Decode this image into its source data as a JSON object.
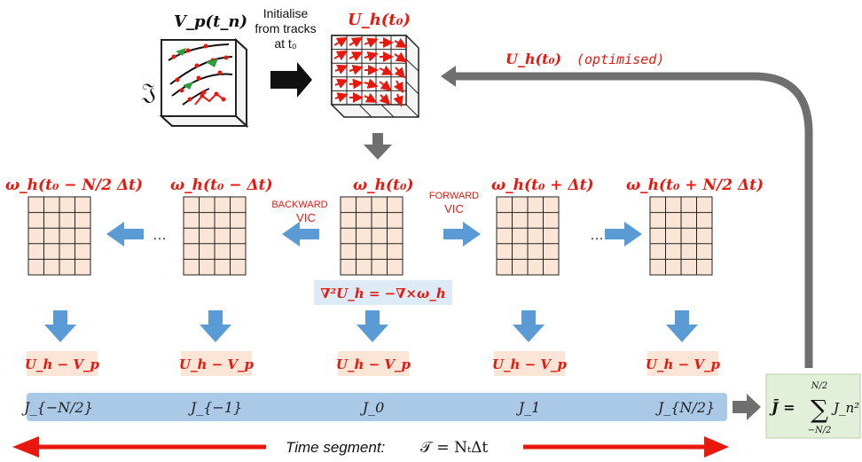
{
  "top": {
    "particle_label": "V_p(t_n)",
    "frak_symbol": "𝔍",
    "init_text_1": "Initialise",
    "init_text_2": "from tracks",
    "init_text_3": "at t₀",
    "grid_label": "U_h(t₀)",
    "optimised_label": "U_h(t₀)",
    "optimised_suffix": "(optimised)"
  },
  "vorticity": {
    "labels": [
      "ω_h(t₀ − N/2 Δt)",
      "ω_h(t₀ − Δt)",
      "ω_h(t₀)",
      "ω_h(t₀ + Δt)",
      "ω_h(t₀ + N/2 Δt)"
    ],
    "backward_1": "BACKWARD",
    "backward_2": "VIC",
    "forward_1": "FORWARD",
    "forward_2": "VIC",
    "ellipsis": "…",
    "poisson": "∇²U_h = −∇×ω_h"
  },
  "residual_label": "U_h − V_p",
  "cost_terms": [
    "J_{−N/2}",
    "J_{−1}",
    "J_0",
    "J_1",
    "J_{N/2}"
  ],
  "total_cost": {
    "lhs": "J̄ =",
    "sum_upper": "N/2",
    "sum_lower": "−N/2",
    "term": "J_n²"
  },
  "time_segment": {
    "label": "Time segment:",
    "formula": "𝒯 = NₜΔt"
  },
  "colors": {
    "red": "#e8180f",
    "blue_arrow": "#5b9bd5",
    "grid_fill": "#fbe5d6",
    "bar_fill": "#a9c9e6",
    "sum_fill": "#e2efd9",
    "grey_arrow": "#6f6f6f"
  }
}
